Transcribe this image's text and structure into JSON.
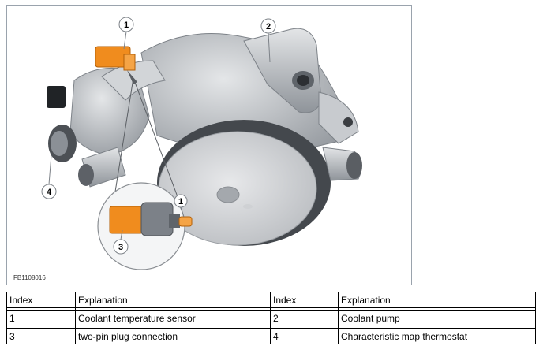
{
  "figure": {
    "code": "FB1108016",
    "callouts": [
      "1",
      "2",
      "4",
      "1",
      "3"
    ],
    "accent_orange": "#f08c1e"
  },
  "legend": {
    "header": {
      "index": "Index",
      "explanation": "Explanation"
    },
    "rows": [
      {
        "left": {
          "index": "1",
          "explanation": "Coolant temperature sensor"
        },
        "right": {
          "index": "2",
          "explanation": "Coolant pump"
        }
      },
      {
        "left": {
          "index": "3",
          "explanation": "two-pin plug connection"
        },
        "right": {
          "index": "4",
          "explanation": "Characteristic map thermostat"
        }
      }
    ]
  }
}
